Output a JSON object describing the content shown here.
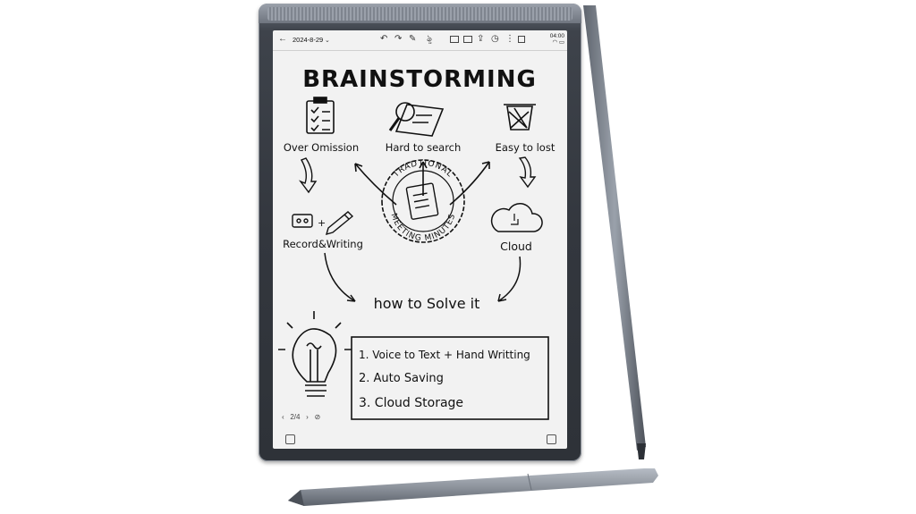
{
  "toolbar": {
    "back_icon": "back-arrow-icon",
    "date": "2024-8-29",
    "clock_time": "04:00",
    "icons": [
      "undo-icon",
      "redo-icon",
      "pen-icon",
      "brush-icon",
      "text-box-icon",
      "image-icon",
      "share-icon",
      "history-icon",
      "more-icon",
      "layers-icon"
    ]
  },
  "note": {
    "title": "BRAINSTORMING",
    "problems": [
      "Over Omission",
      "Hard to search",
      "Easy to lost"
    ],
    "center_badge": "TRADTIONAL MEETING MINUTES",
    "remedies": [
      "Record&Writing",
      "Cloud"
    ],
    "solve_heading": "how to Solve it",
    "solutions": [
      "1. Voice to Text + Hand Writting",
      "2. Auto Saving",
      "3. Cloud Storage"
    ]
  },
  "pager": {
    "page": "2/4"
  }
}
